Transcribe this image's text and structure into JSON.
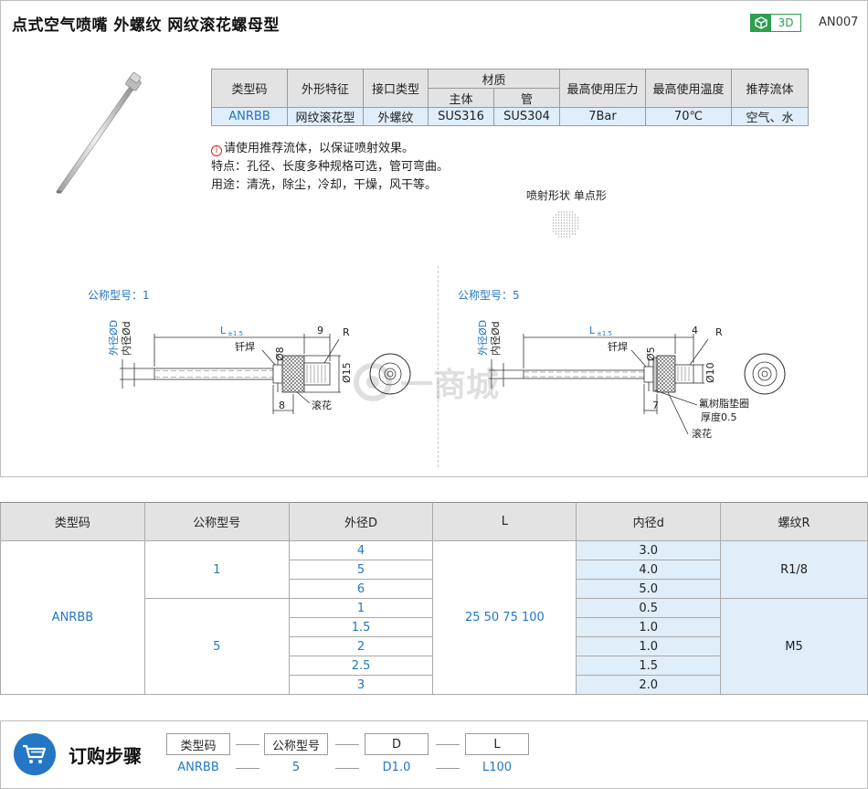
{
  "header": {
    "title": "点式空气喷嘴  外螺纹  网纹滚花螺母型",
    "badge_3d": "3D",
    "product_code": "AN007"
  },
  "spec_table": {
    "headers": {
      "type_code": "类型码",
      "shape": "外形特征",
      "interface": "接口类型",
      "material": "材质",
      "material_body": "主体",
      "material_pipe": "管",
      "max_pressure": "最高使用压力",
      "max_temp": "最高使用温度",
      "fluid": "推荐流体"
    },
    "row": {
      "type_code": "ANRBB",
      "shape": "网纹滚花型",
      "interface": "外螺纹",
      "material_body": "SUS316",
      "material_pipe": "SUS304",
      "max_pressure": "7Bar",
      "max_temp": "70℃",
      "fluid": "空气、水"
    }
  },
  "notes": {
    "warning_icon": "i",
    "line1": "请使用推荐流体，以保证喷射效果。",
    "line2": "特点：孔径、长度多种规格可选，管可弯曲。",
    "line3": "用途：清洗，除尘，冷却，干燥，风干等。"
  },
  "spray": {
    "label": "喷射形状  单点形"
  },
  "drawings": {
    "left": {
      "label": "公称型号：1",
      "outer_d": "外径ØD",
      "inner_d": "内径Ød",
      "length": "L",
      "tol": "±1.5",
      "weld": "钎焊",
      "dim_9": "9",
      "dim_r": "R",
      "dim_d8": "Ø8",
      "dim_d15": "Ø15",
      "dim_8": "8",
      "knurl": "滚花"
    },
    "right": {
      "label": "公称型号：5",
      "outer_d": "外径ØD",
      "inner_d": "内径Ød",
      "length": "L",
      "tol": "±1.5",
      "weld": "钎焊",
      "dim_4": "4",
      "dim_r": "R",
      "dim_d5": "Ø5",
      "dim_d10": "Ø10",
      "dim_7": "7",
      "gasket": "氟树脂垫圈",
      "thickness": "厚度0.5",
      "knurl": "滚花"
    },
    "watermark": "一商城"
  },
  "dims_table": {
    "headers": [
      "类型码",
      "公称型号",
      "外径D",
      "L",
      "内径d",
      "螺纹R"
    ],
    "type_code": "ANRBB",
    "L_values": "25  50  75  100",
    "group1": {
      "nominal": "1",
      "thread": "R1/8",
      "rows": [
        {
          "D": "4",
          "d": "3.0"
        },
        {
          "D": "5",
          "d": "4.0"
        },
        {
          "D": "6",
          "d": "5.0"
        }
      ]
    },
    "group2": {
      "nominal": "5",
      "thread": "M5",
      "rows": [
        {
          "D": "1",
          "d": "0.5"
        },
        {
          "D": "1.5",
          "d": "1.0"
        },
        {
          "D": "2",
          "d": "1.0"
        },
        {
          "D": "2.5",
          "d": "1.5"
        },
        {
          "D": "3",
          "d": "2.0"
        }
      ]
    }
  },
  "order": {
    "title": "订购步骤",
    "fields": [
      {
        "label": "类型码",
        "value": "ANRBB"
      },
      {
        "label": "公称型号",
        "value": "5"
      },
      {
        "label": "D",
        "value": "D1.0"
      },
      {
        "label": "L",
        "value": "L100"
      }
    ]
  }
}
